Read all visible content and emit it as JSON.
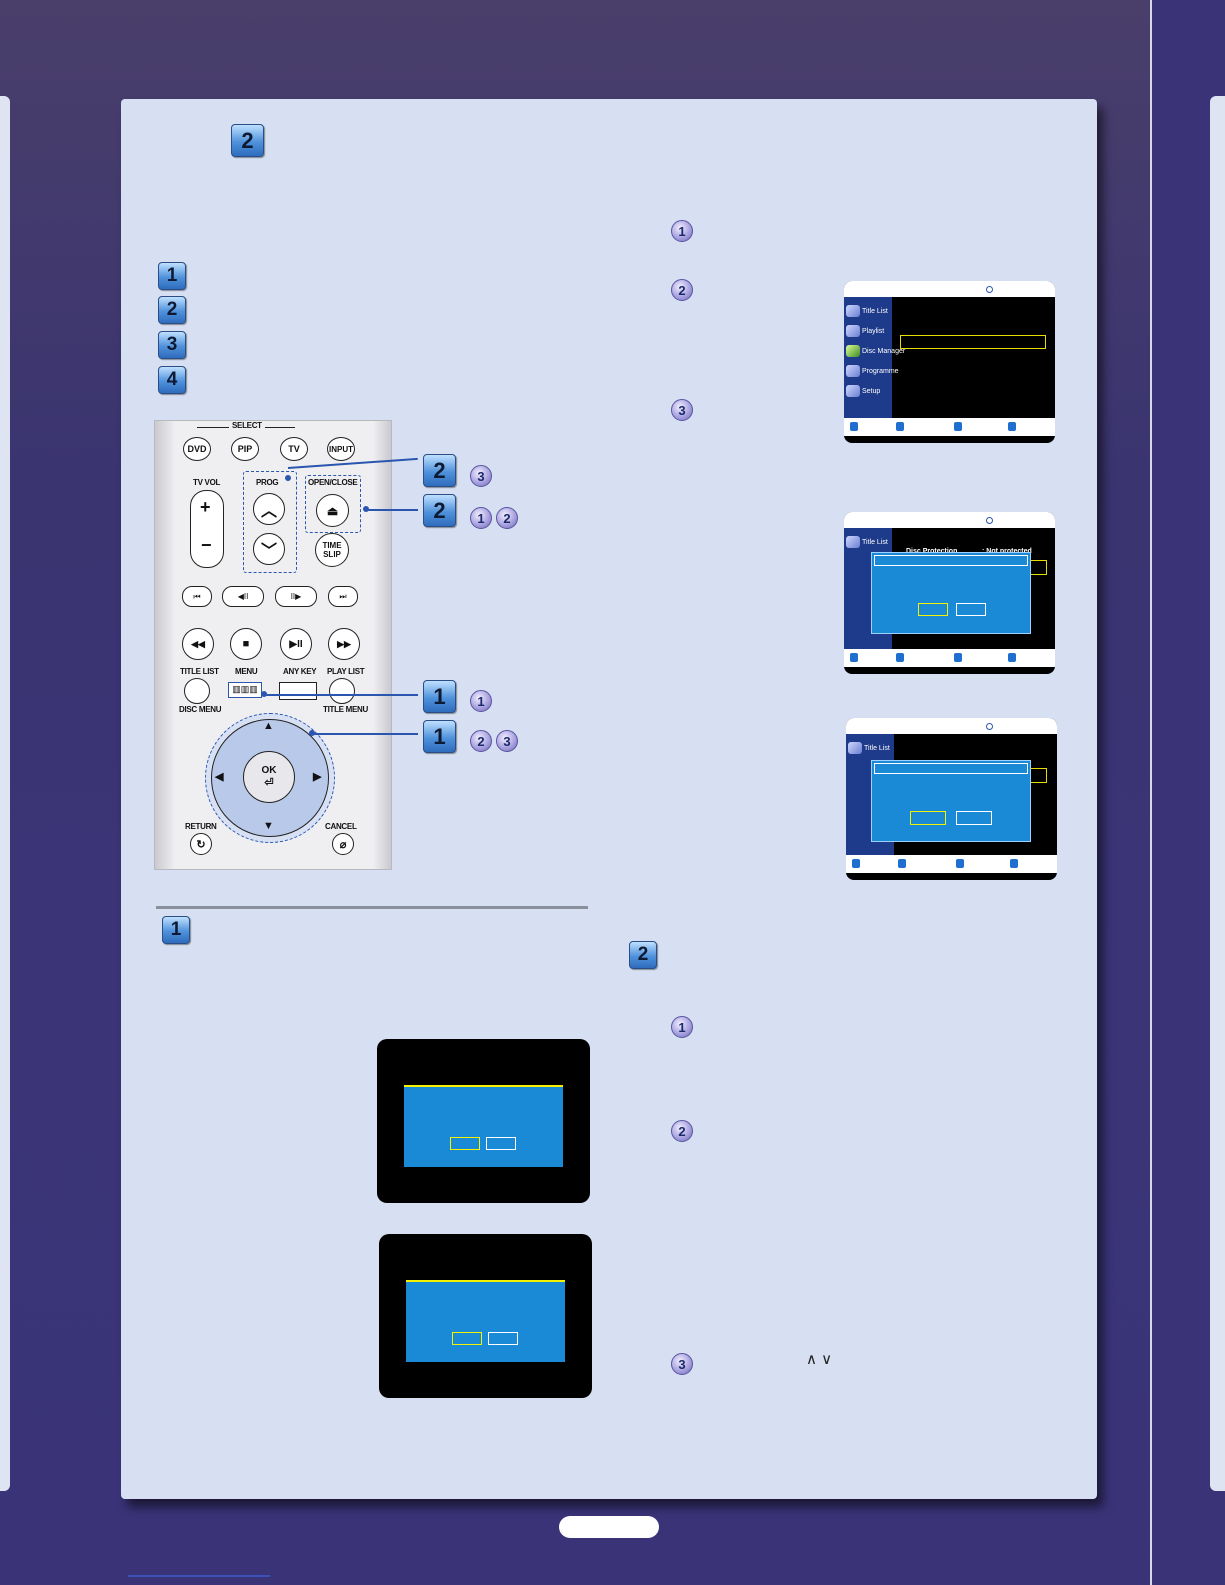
{
  "page": {
    "section_badge": "2",
    "steps_left": [
      "1",
      "2",
      "3",
      "4"
    ],
    "sub_section_badge_1": "1",
    "sub_section_badge_2": "2"
  },
  "remote": {
    "select_label": "SELECT",
    "dvd": "DVD",
    "pip": "PIP",
    "tv": "TV",
    "input": "INPUT",
    "tv_vol": "TV VOL",
    "prog": "PROG",
    "open_close": "OPEN/CLOSE",
    "vol_plus": "+",
    "vol_minus": "−",
    "time_slip": "TIME\nSLIP",
    "title_list": "TITLE LIST",
    "menu": "MENU",
    "any_key": "ANY KEY",
    "play_list": "PLAY LIST",
    "disc_menu": "DISC MENU",
    "title_menu": "TITLE MENU",
    "ok": "OK",
    "return": "RETURN",
    "cancel": "CANCEL"
  },
  "callouts": [
    {
      "badge": "2",
      "steps": [
        "3"
      ]
    },
    {
      "badge": "2",
      "steps": [
        "1",
        "2"
      ]
    },
    {
      "badge": "1",
      "steps": [
        "1"
      ]
    },
    {
      "badge": "1",
      "steps": [
        "2",
        "3"
      ]
    }
  ],
  "right_steps_top": [
    "1",
    "2",
    "3"
  ],
  "right_steps_bottom": [
    "1",
    "2",
    "3"
  ],
  "osd_menu": {
    "items": [
      "Title List",
      "Playlist",
      "Disc Manager",
      "Programme",
      "Setup"
    ],
    "partial_text_1": "Disc Protection",
    "partial_text_2": ": Not protected"
  },
  "prog_chevrons": "∧ ∨"
}
